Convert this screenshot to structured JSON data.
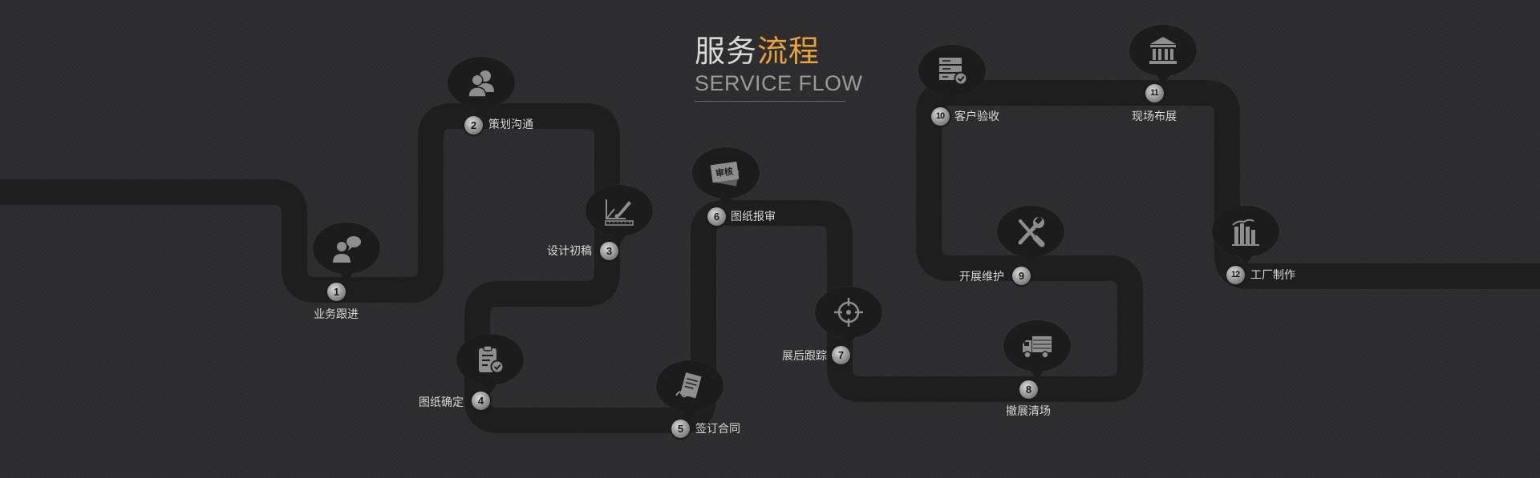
{
  "title": {
    "cn_main": "服务",
    "cn_accent": "流程",
    "en": "SERVICE FLOW"
  },
  "colors": {
    "background": "#2d2d2f",
    "path": "#202021",
    "bubble": "#1c1c1d",
    "accent": "#e8a33c",
    "text": "#d8d8d8"
  },
  "steps": [
    {
      "num": "1",
      "label": "业务跟进",
      "icon": "speech-person-icon"
    },
    {
      "num": "2",
      "label": "策划沟通",
      "icon": "people-icon"
    },
    {
      "num": "3",
      "label": "设计初稿",
      "icon": "design-brush-ruler-icon"
    },
    {
      "num": "4",
      "label": "图纸确定",
      "icon": "clipboard-check-icon"
    },
    {
      "num": "5",
      "label": "签订合同",
      "icon": "contract-signature-icon"
    },
    {
      "num": "6",
      "label": "图纸报审",
      "icon": "review-stamp-icon",
      "stamp_text": "审核"
    },
    {
      "num": "7",
      "label": "展后跟踪",
      "icon": "crosshair-icon"
    },
    {
      "num": "8",
      "label": "撤展清场",
      "icon": "truck-icon"
    },
    {
      "num": "9",
      "label": "开展维护",
      "icon": "wrench-screwdriver-icon"
    },
    {
      "num": "10",
      "label": "客户验收",
      "icon": "server-check-icon"
    },
    {
      "num": "11",
      "label": "现场布展",
      "icon": "building-columns-icon"
    },
    {
      "num": "12",
      "label": "工厂制作",
      "icon": "factory-icon"
    }
  ]
}
